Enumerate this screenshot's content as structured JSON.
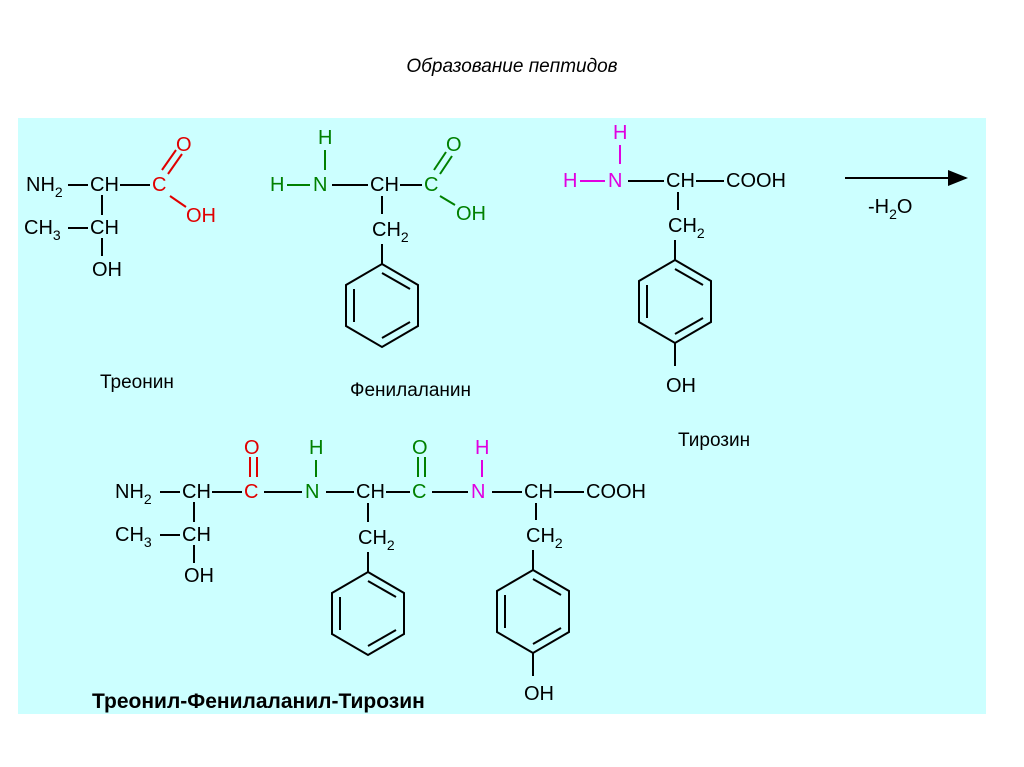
{
  "title": "Образование пептидов",
  "labels": {
    "threonine": "Треонин",
    "phenylalanine": "Фенилаланин",
    "tyrosine": "Тирозин",
    "tripeptide": "Треонил-Фенилаланил-Тирозин"
  },
  "reaction": {
    "condition": "-H",
    "condition_sub": "2",
    "condition_tail": "O"
  },
  "atoms": {
    "NH": "NH",
    "sub2": "2",
    "CH": "CH",
    "CH3": "CH",
    "sub3": "3",
    "OH": "OH",
    "C": "C",
    "O": "O",
    "H": "H",
    "N": "N",
    "COOH": "COOH",
    "CH2": "CH"
  },
  "colors": {
    "panel": "#ccffff",
    "red": "#e00000",
    "green": "#008000",
    "magenta": "#e000e0"
  }
}
